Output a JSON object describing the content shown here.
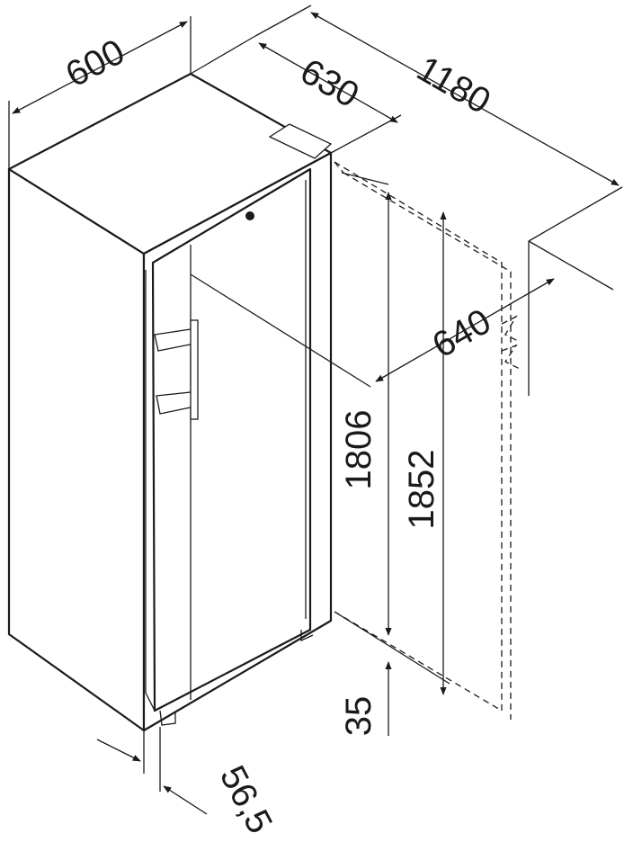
{
  "dimensions": {
    "width": "600",
    "depth": "630",
    "open_door_depth": "1180",
    "depth_with_handle": "640",
    "niche_height": "1806",
    "total_height": "1852",
    "plinth_gap": "35",
    "door_offset": "56,5"
  }
}
